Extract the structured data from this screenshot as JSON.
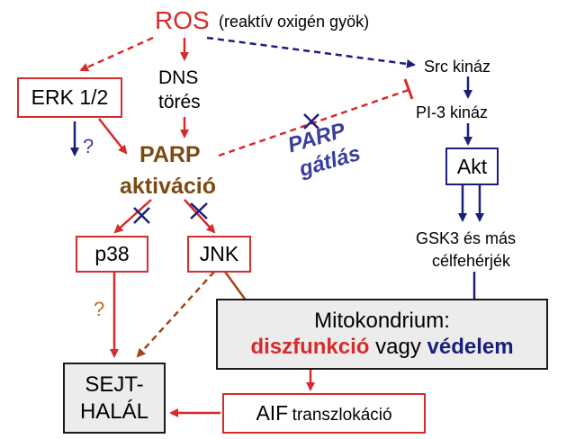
{
  "colors": {
    "red": "#d62b2b",
    "navy": "#1a1f7a",
    "brown": "#7a4a12",
    "slate_blue": "#3b3f9a",
    "box_border": "#1a1a1a",
    "box_fill": "#ececec"
  },
  "nodes": {
    "ros": "ROS",
    "ros_note": "(reaktív oxigén gyök)",
    "erk": "ERK 1/2",
    "dns_line1": "DNS",
    "dns_line2": "törés",
    "parp_line1": "PARP",
    "parp_line2": "aktiváció",
    "parp_inhibition_line1": "PARP",
    "parp_inhibition_line2": "gátlás",
    "src": "Src kináz",
    "pi3": "PI-3 kináz",
    "akt": "Akt",
    "gsk_line1": "GSK3 és más",
    "gsk_line2": "célfehérjék",
    "p38": "p38",
    "jnk": "JNK",
    "mito_line1": "Mitokondrium:",
    "mito_dysfunction": "diszfunkció",
    "mito_or": "vagy",
    "mito_protection": "védelem",
    "death_line1": "SEJT-",
    "death_line2": "HALÁL",
    "aif": "AIF",
    "aif_rest": "transzlokáció",
    "q_erk": "?",
    "q_p38": "?"
  }
}
